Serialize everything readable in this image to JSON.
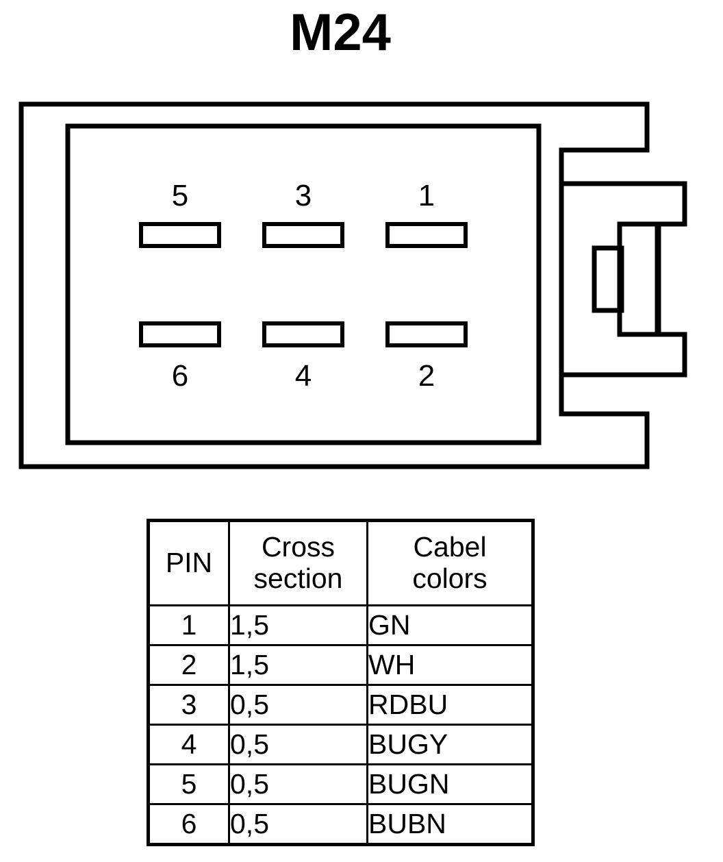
{
  "title": "M24",
  "connector": {
    "label": "6-way rectangular connector with side latch",
    "pins": [
      {
        "number": "5",
        "row": "top",
        "col": 0
      },
      {
        "number": "3",
        "row": "top",
        "col": 1
      },
      {
        "number": "1",
        "row": "top",
        "col": 2
      },
      {
        "number": "6",
        "row": "bottom",
        "col": 0
      },
      {
        "number": "4",
        "row": "bottom",
        "col": 1
      },
      {
        "number": "2",
        "row": "bottom",
        "col": 2
      }
    ],
    "line_color": "#000000",
    "fill_color": "#ffffff"
  },
  "table": {
    "headers": [
      "PIN",
      "Cross section",
      "Cabel colors"
    ],
    "header_lines": [
      [
        "PIN",
        ""
      ],
      [
        "Cross",
        "section"
      ],
      [
        "Cabel",
        "colors"
      ]
    ],
    "rows": [
      {
        "pin": "1",
        "cross_section": "1,5",
        "cable_colors": "GN"
      },
      {
        "pin": "2",
        "cross_section": "1,5",
        "cable_colors": "WH"
      },
      {
        "pin": "3",
        "cross_section": "0,5",
        "cable_colors": "RDBU"
      },
      {
        "pin": "4",
        "cross_section": "0,5",
        "cable_colors": "BUGY"
      },
      {
        "pin": "5",
        "cross_section": "0,5",
        "cable_colors": "BUGN"
      },
      {
        "pin": "6",
        "cross_section": "0,5",
        "cable_colors": "BUBN"
      }
    ]
  }
}
